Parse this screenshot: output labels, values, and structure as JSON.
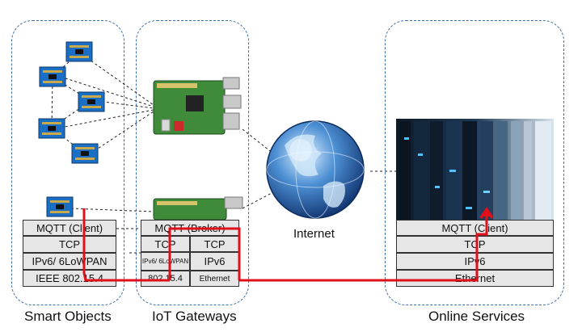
{
  "groups": {
    "smart_objects": "Smart Objects",
    "iot_gateways": "IoT Gateways",
    "online_services": "Online Services"
  },
  "internet_label": "Internet",
  "smart_stack": {
    "rows": [
      "MQTT (Client)",
      "TCP",
      "IPv6/ 6LoWPAN",
      "IEEE 802.15.4"
    ]
  },
  "gateway_stack": {
    "top": "MQTT (Broker)",
    "left": [
      "TCP",
      "IPv6/ 6LoWPAN",
      "802.15.4"
    ],
    "right": [
      "TCP",
      "IPv6",
      "Ethernet"
    ]
  },
  "server_stack": {
    "rows": [
      "MQTT (Client)",
      "TCP",
      "IPv6",
      "Ethernet"
    ]
  },
  "colors": {
    "group_border": "#3d6fa8",
    "route_line": "#e0101a",
    "stack_fill": "#e6e6e6"
  }
}
